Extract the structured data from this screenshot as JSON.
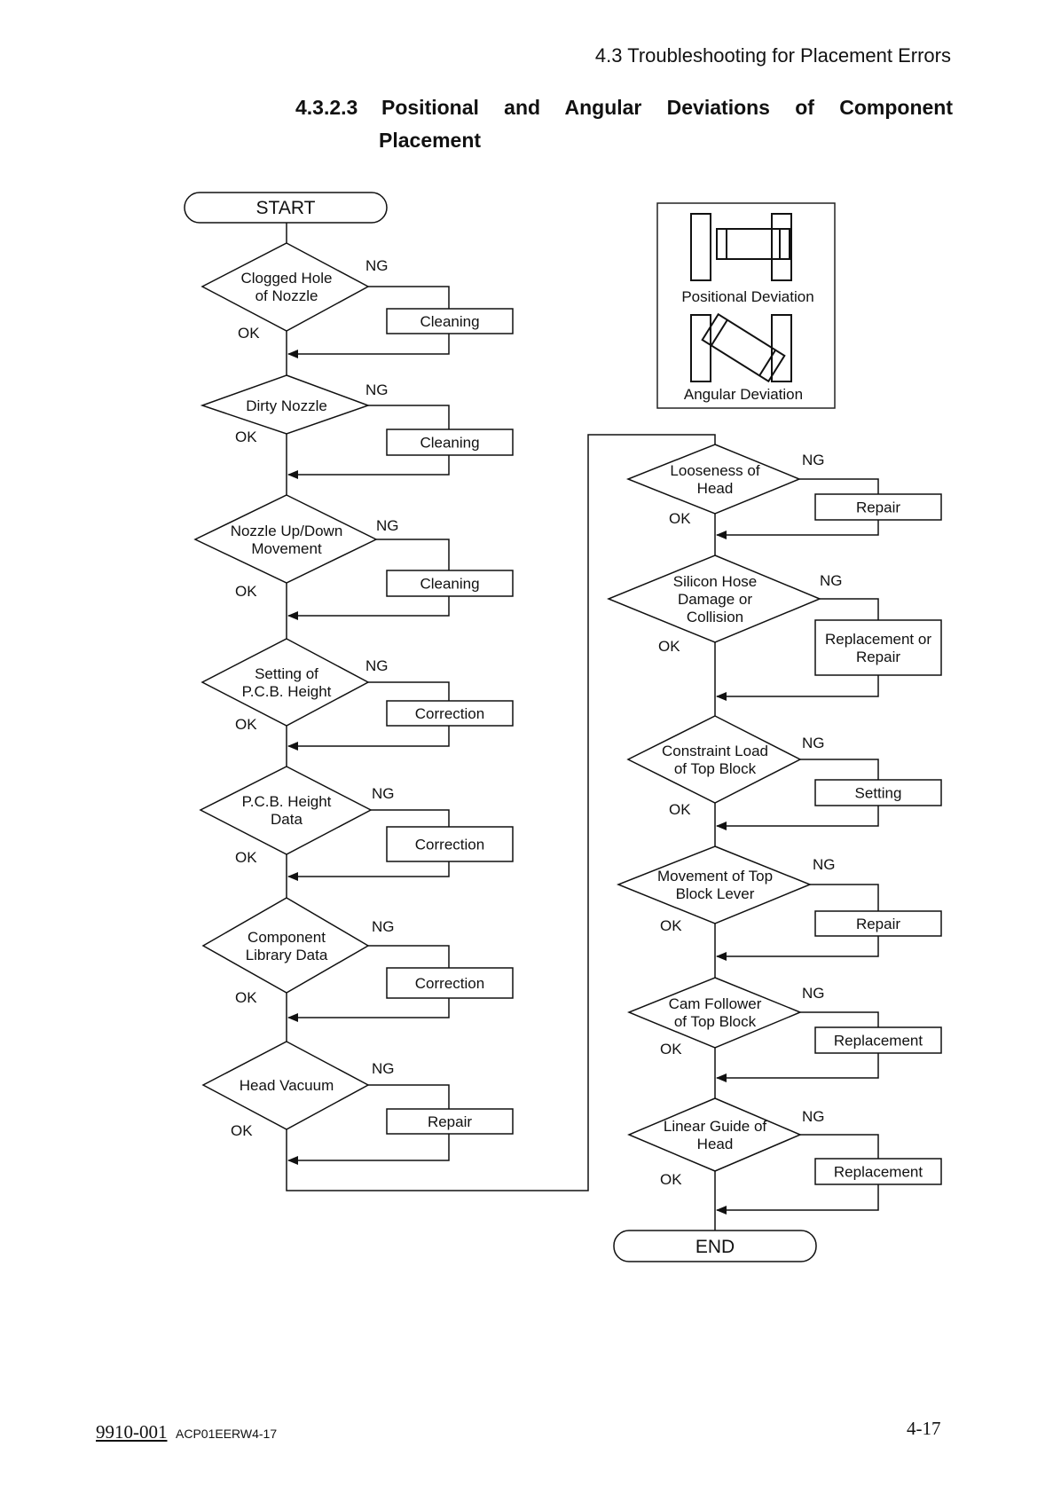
{
  "header": {
    "section": "4.3 Troubleshooting for Placement Errors",
    "title_number": "4.3.2.3",
    "title_line1": "Positional and Angular Deviations of Component",
    "title_line2": "Placement"
  },
  "legend": {
    "positional": "Positional Deviation",
    "angular": "Angular Deviation"
  },
  "flowchart": {
    "start": "START",
    "end": "END",
    "ok_label": "OK",
    "ng_label": "NG",
    "left_checks": [
      {
        "lines": [
          "Clogged Hole",
          "of Nozzle"
        ],
        "action": [
          "Cleaning"
        ]
      },
      {
        "lines": [
          "Dirty Nozzle"
        ],
        "action": [
          "Cleaning"
        ]
      },
      {
        "lines": [
          "Nozzle Up/Down",
          "Movement"
        ],
        "action": [
          "Cleaning"
        ]
      },
      {
        "lines": [
          "Setting of",
          "P.C.B. Height"
        ],
        "action": [
          "Correction"
        ]
      },
      {
        "lines": [
          "P.C.B. Height",
          "Data"
        ],
        "action": [
          "Correction"
        ]
      },
      {
        "lines": [
          "Component",
          "Library Data"
        ],
        "action": [
          "Correction"
        ]
      },
      {
        "lines": [
          "Head Vacuum"
        ],
        "action": [
          "Repair"
        ]
      }
    ],
    "right_checks": [
      {
        "lines": [
          "Looseness of",
          "Head"
        ],
        "action": [
          "Repair"
        ]
      },
      {
        "lines": [
          "Silicon Hose",
          "Damage or",
          "Collision"
        ],
        "action": [
          "Replacement or",
          "Repair"
        ]
      },
      {
        "lines": [
          "Constraint Load",
          "of Top Block"
        ],
        "action": [
          "Setting"
        ]
      },
      {
        "lines": [
          "Movement of Top",
          "Block Lever"
        ],
        "action": [
          "Repair"
        ]
      },
      {
        "lines": [
          "Cam Follower",
          "of Top Block"
        ],
        "action": [
          "Replacement"
        ]
      },
      {
        "lines": [
          "Linear Guide of",
          "Head"
        ],
        "action": [
          "Replacement"
        ]
      }
    ]
  },
  "footer": {
    "doc_number": "9910-001",
    "doc_code": "ACP01EERW4-17",
    "page": "4-17"
  }
}
